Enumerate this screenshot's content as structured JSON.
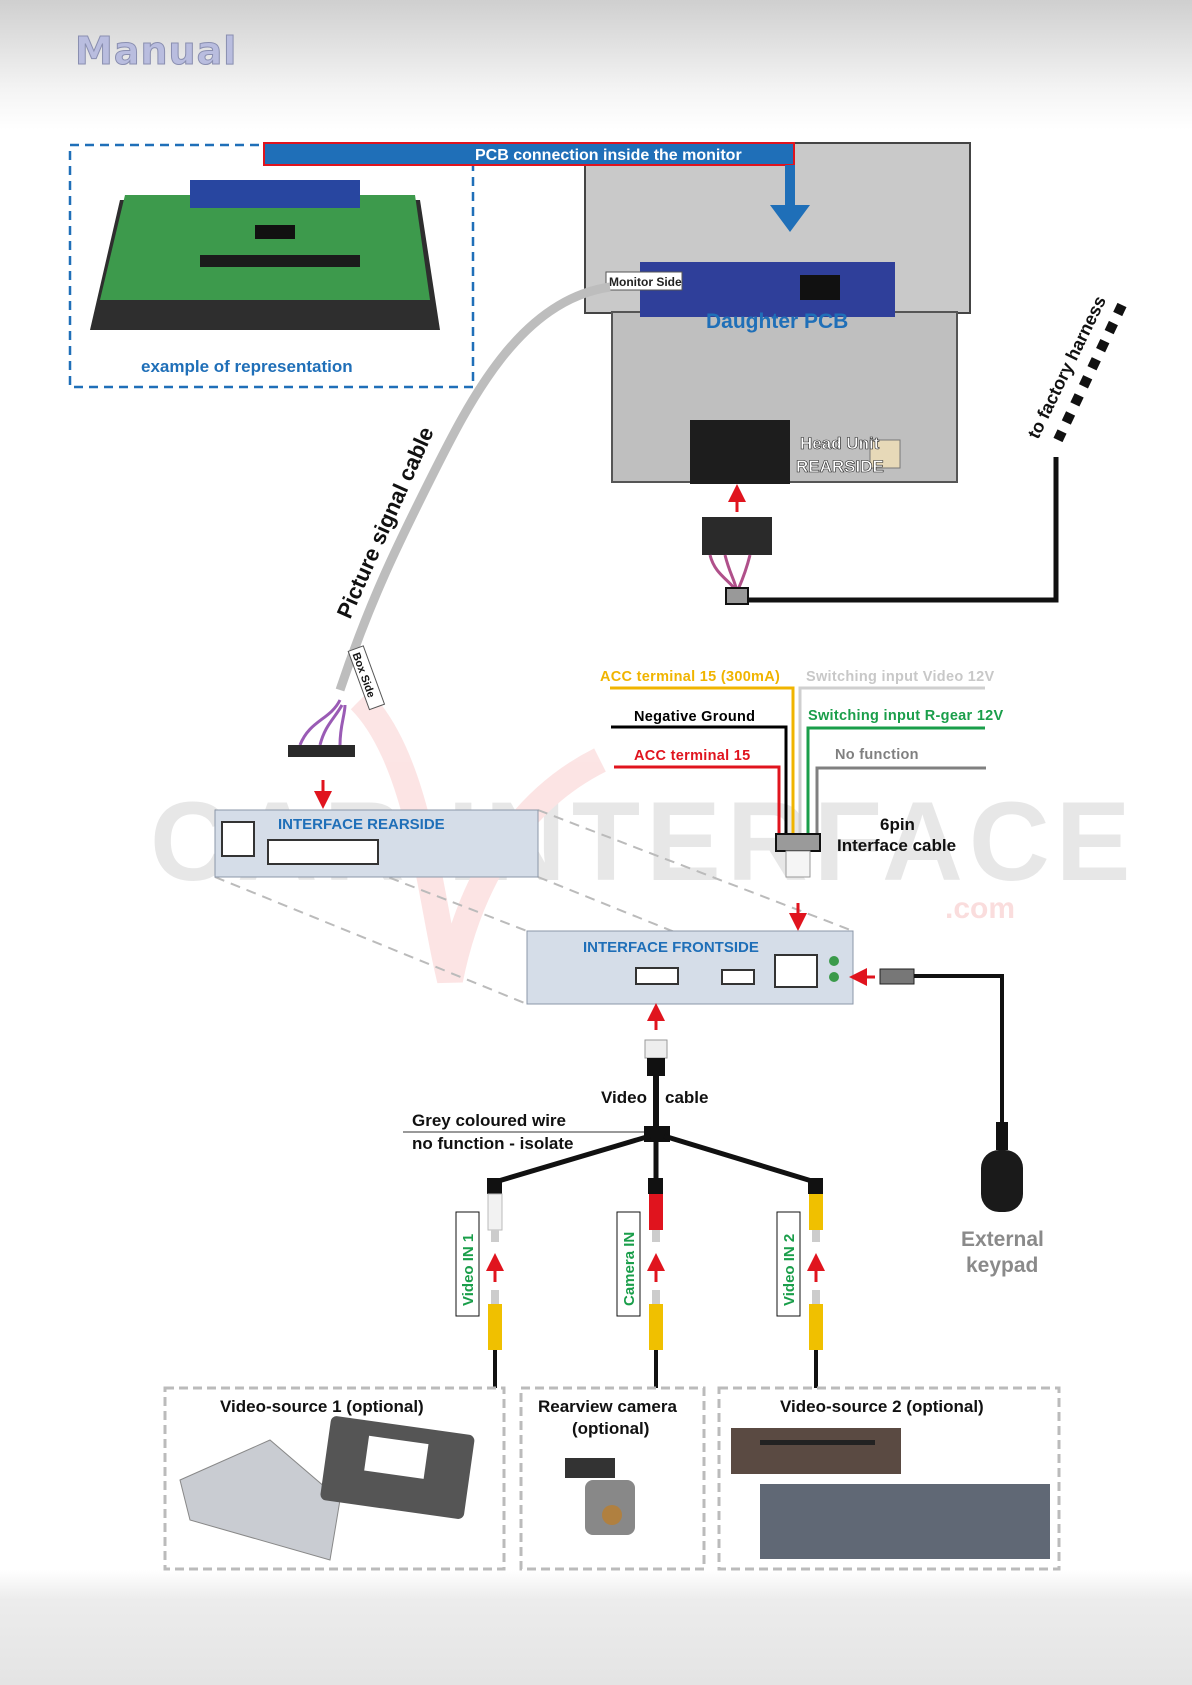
{
  "header": {
    "title": "Manual"
  },
  "pcb_panel": {
    "banner": "PCB connection inside the monitor",
    "example_caption": "example of representation",
    "monitor_side": "Monitor Side",
    "daughter_pcb": "Daughter PCB",
    "head_unit_line1": "Head Unit",
    "head_unit_line2": "REARSIDE",
    "factory_harness": "to factory harness"
  },
  "picture_cable": {
    "label": "Picture signal cable",
    "box_side": "Box Side"
  },
  "watermark": {
    "text": "CAR INTERFACE",
    "suffix": ".com"
  },
  "interface": {
    "rearside": "INTERFACE   REARSIDE",
    "frontside": "INTERFACE   FRONTSIDE"
  },
  "six_pin": {
    "title_line1": "6pin",
    "title_line2": "Interface cable",
    "wires": [
      {
        "label": "ACC terminal 15 (300mA)",
        "color": "#f0b400"
      },
      {
        "label": "Negative Ground",
        "color": "#000000"
      },
      {
        "label": "ACC terminal 15",
        "color": "#e0141e"
      },
      {
        "label": "Switching input Video 12V",
        "color": "#c8c8c8"
      },
      {
        "label": "Switching input R-gear 12V",
        "color": "#1a9e4a"
      },
      {
        "label": "No function",
        "color": "#808080"
      }
    ]
  },
  "keypad": {
    "line1": "External",
    "line2": "keypad"
  },
  "video_cable": {
    "label_a": "Video",
    "label_b": "cable",
    "grey_wire_line1": "Grey coloured wire",
    "grey_wire_line2": "no function - isolate",
    "inputs": [
      "Video IN 1",
      "Camera IN",
      "Video IN 2"
    ]
  },
  "sources": [
    {
      "line1": "Video-source 1 (optional)",
      "line2": ""
    },
    {
      "line1": "Rearview camera",
      "line2": "(optional)"
    },
    {
      "line1": "Video-source 2 (optional)",
      "line2": ""
    }
  ],
  "colors": {
    "accent_blue": "#1f6fb8",
    "input_green": "#1a9e4a",
    "arrow_red": "#e0141e"
  }
}
